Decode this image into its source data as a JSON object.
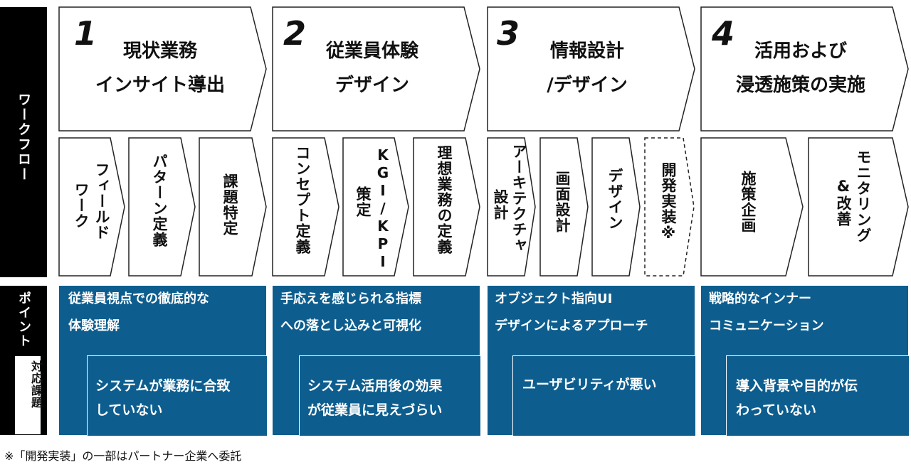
{
  "sidebar": {
    "workflow_label": "ワークフロー",
    "point_label": "ポイント",
    "issue_label": "対応課題"
  },
  "phases": [
    {
      "number": "1",
      "title_line1": "現状業務",
      "title_line2": "インサイト導出"
    },
    {
      "number": "2",
      "title_line1": "従業員体験",
      "title_line2": "デザイン"
    },
    {
      "number": "3",
      "title_line1": "情報設計",
      "title_line2": "/デザイン"
    },
    {
      "number": "4",
      "title_line1": "活用および",
      "title_line2": "浸透施策の実施"
    }
  ],
  "steps": [
    {
      "col1": "フィールド",
      "col2": "ワーク"
    },
    {
      "col1": "パターン定義",
      "col2": ""
    },
    {
      "col1": "課題特定",
      "col2": ""
    },
    {
      "col1": "コンセプト定義",
      "col2": ""
    },
    {
      "col1": "KGI/KPI",
      "col2": "策定"
    },
    {
      "col1": "理想業務の定義",
      "col2": ""
    },
    {
      "col1": "アーキテクチャ",
      "col2": "設計"
    },
    {
      "col1": "画面設計",
      "col2": ""
    },
    {
      "col1": "デザイン",
      "col2": ""
    },
    {
      "col1": "開発実装※",
      "col2": ""
    },
    {
      "col1": "施策企画",
      "col2": ""
    },
    {
      "col1": "モニタリング",
      "col2": "&改善"
    }
  ],
  "points": [
    {
      "line1": "従業員視点での徹底的な",
      "line2": "体験理解"
    },
    {
      "line1": "手応えを感じられる指標",
      "line2": "への落とし込みと可視化"
    },
    {
      "line1": "オブジェクト指向UI",
      "line2": "デザインによるアプローチ"
    },
    {
      "line1": "戦略的なインナー",
      "line2": "コミュニケーション"
    }
  ],
  "issues": [
    {
      "line1": "システムが業務に合致",
      "line2": "していない"
    },
    {
      "line1": "システム活用後の効果",
      "line2": "が従業員に見えづらい"
    },
    {
      "line1": "ユーザビリティが悪い",
      "line2": ""
    },
    {
      "line1": "導入背景や目的が伝",
      "line2": "わっていない"
    }
  ],
  "footnote": "※「開発実装」の一部はパートナー企業へ委託"
}
